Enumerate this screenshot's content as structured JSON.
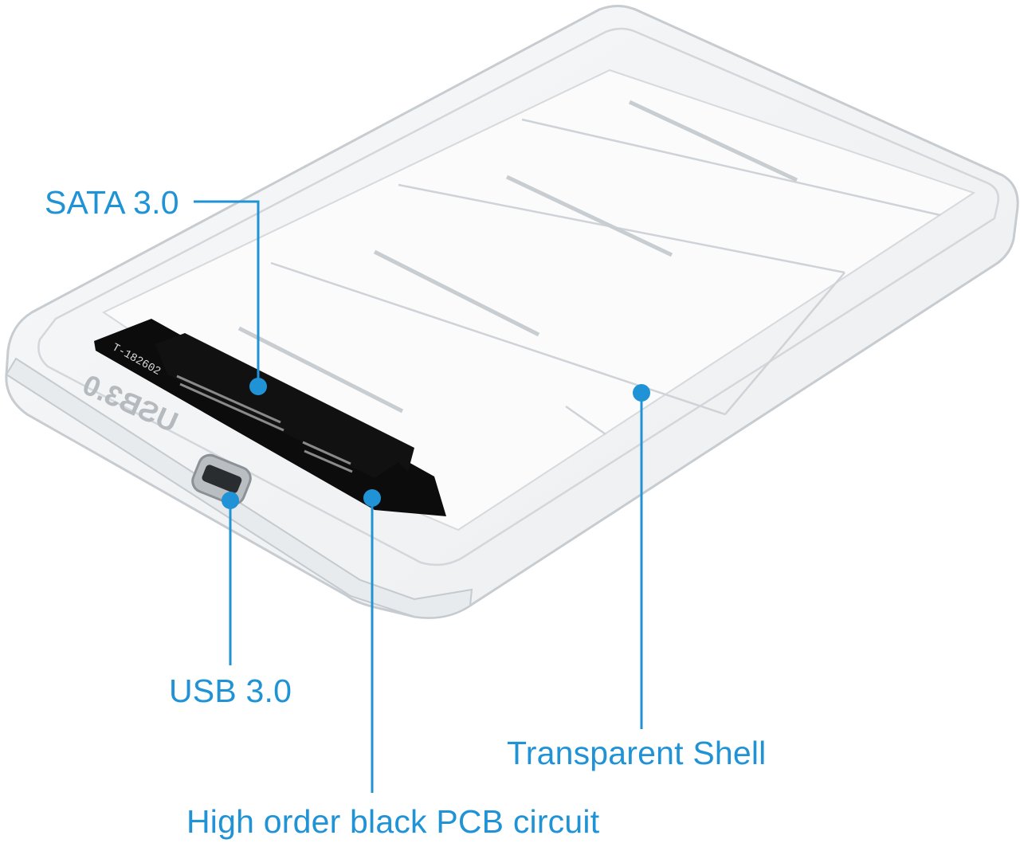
{
  "product": {
    "pcb_print": "T-182602",
    "port_print": "USB3.0"
  },
  "callouts": {
    "sata": {
      "label": "SATA 3.0"
    },
    "usb": {
      "label": "USB 3.0"
    },
    "shell": {
      "label": "Transparent Shell"
    },
    "pcb": {
      "label": "High order black PCB circuit"
    }
  },
  "colors": {
    "accent": "#1f93d6",
    "pcb": "#0c0c0c",
    "shell_edge": "#c9ced3"
  }
}
